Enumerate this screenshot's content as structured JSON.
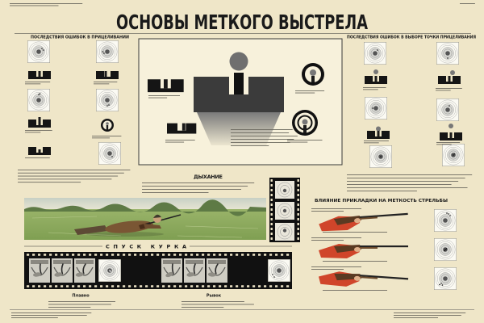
{
  "poster": {
    "title": "ОСНОВЫ МЕТКОГО ВЫСТРЕЛА",
    "aiming_errors_heading": "ПОСЛЕДСТВИЯ ОШИБОК В ПРИЦЕЛИВАНИИ",
    "aim_point_errors_heading": "ПОСЛЕДСТВИЯ ОШИБОК В ВЫБОРЕ ТОЧКИ ПРИЦЕЛИВАНИЯ",
    "breathing_heading": "ДЫХАНИЕ",
    "trigger_heading": "СПУСК КУРКА",
    "trigger_smooth_label": "Плавно",
    "trigger_jerk_label": "Рывок",
    "stock_heading": "ВЛИЯНИЕ ПРИКЛАДКИ НА МЕТКОСТЬ СТРЕЛЬБЫ"
  },
  "colors": {
    "paper": "#efe6c8",
    "ink": "#1a1a1a",
    "accent": "#d0452a",
    "field": "#7f9f52",
    "sky": "#c7d0c4"
  }
}
